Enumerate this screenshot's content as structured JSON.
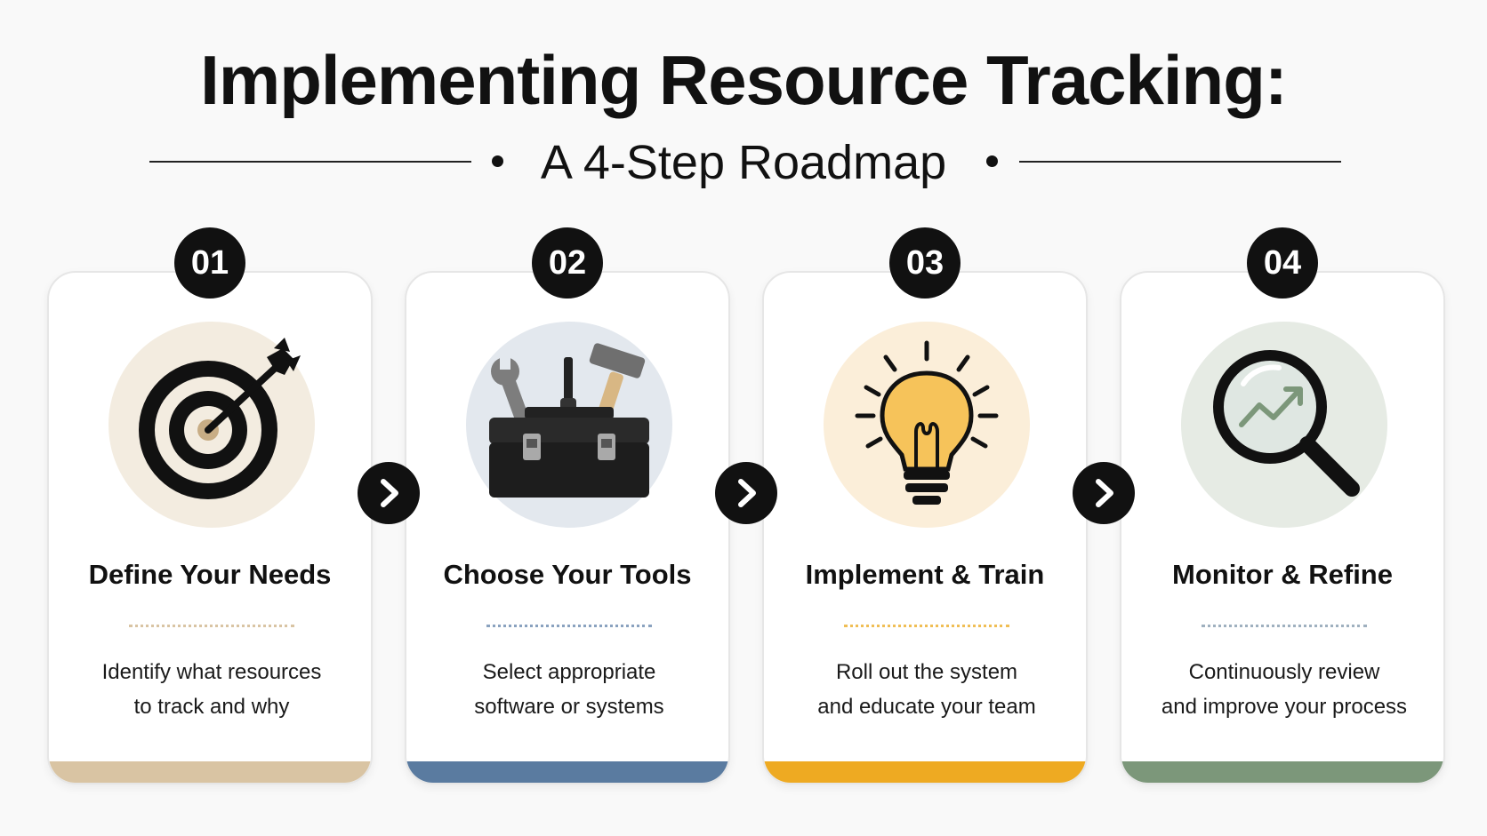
{
  "header": {
    "title": "Implementing Resource Tracking:",
    "subtitle": "A 4-Step Roadmap"
  },
  "steps": [
    {
      "number": "01",
      "title": "Define Your Needs",
      "desc_line1": "Identify what resources",
      "desc_line2": "to track and why",
      "icon": "target-arrow-icon",
      "accent_color": "#d9c4a3",
      "circle_color": "#f3ece0",
      "dots_color": "#d9c4a3"
    },
    {
      "number": "02",
      "title": "Choose Your Tools",
      "desc_line1": "Select appropriate",
      "desc_line2": "software or systems",
      "icon": "toolbox-icon",
      "accent_color": "#5a7ba0",
      "circle_color": "#e3e8ee",
      "dots_color": "#8aa2bf"
    },
    {
      "number": "03",
      "title": "Implement & Train",
      "desc_line1": "Roll out the system",
      "desc_line2": "and educate your team",
      "icon": "lightbulb-icon",
      "accent_color": "#eeaa22",
      "circle_color": "#fbeed9",
      "dots_color": "#f0be55"
    },
    {
      "number": "04",
      "title": "Monitor & Refine",
      "desc_line1": "Continuously review",
      "desc_line2": "and improve your process",
      "icon": "magnifier-chart-icon",
      "accent_color": "#7c977a",
      "circle_color": "#e6ebe4",
      "dots_color": "#9fb0bf"
    }
  ]
}
